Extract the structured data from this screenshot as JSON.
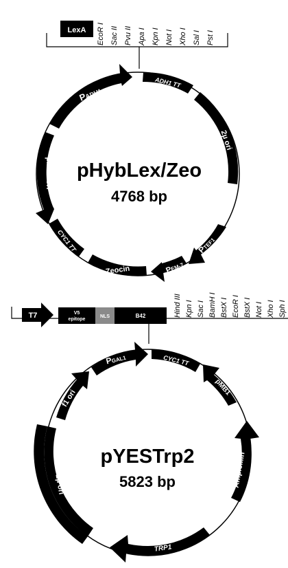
{
  "plasmid1": {
    "name": "pHybLex/Zeo",
    "size": "4768 bp",
    "mcs_tag": "LexA",
    "mcs_sites": [
      "EcoR I",
      "Sac II",
      "Pvu II",
      "Apa I",
      "Kpn I",
      "Not I",
      "Xho I",
      "Sal I",
      "Pst I"
    ],
    "features": {
      "p_adh1": "P",
      "p_adh1_sub": "ADH1",
      "adh1_tt": "ADH1 TT",
      "two_micron": "2µ ori",
      "p_tef1": "P",
      "p_tef1_sub": "TEF1",
      "p_em7": "P",
      "p_em7_sub": "EM-7",
      "zeocin": "Zeocin",
      "cyc1_tt": "CYC1 TT",
      "pmb1": "pMB1 ori"
    }
  },
  "plasmid2": {
    "name": "pYESTrp2",
    "size": "5823 bp",
    "mcs_t7": "T7",
    "mcs_v5": "V5",
    "mcs_v5_sub": "epitope",
    "mcs_nls": "NLS",
    "mcs_b42": "B42",
    "mcs_sites": [
      "Hind III",
      "Kpn I",
      "Sac I",
      "BamH I",
      "BstX I",
      "EcoR I",
      "BstX I",
      "Not I",
      "Xho I",
      "Sph I"
    ],
    "features": {
      "p_gal1": "P",
      "p_gal1_sub": "GAL1",
      "cyc1_tt": "CYC1 TT",
      "pmb1": "pMB1",
      "ampicillin": "Ampicillin",
      "trp1": "TRP1",
      "two_micron": "2µ ori",
      "f1": "f1 ori"
    }
  }
}
